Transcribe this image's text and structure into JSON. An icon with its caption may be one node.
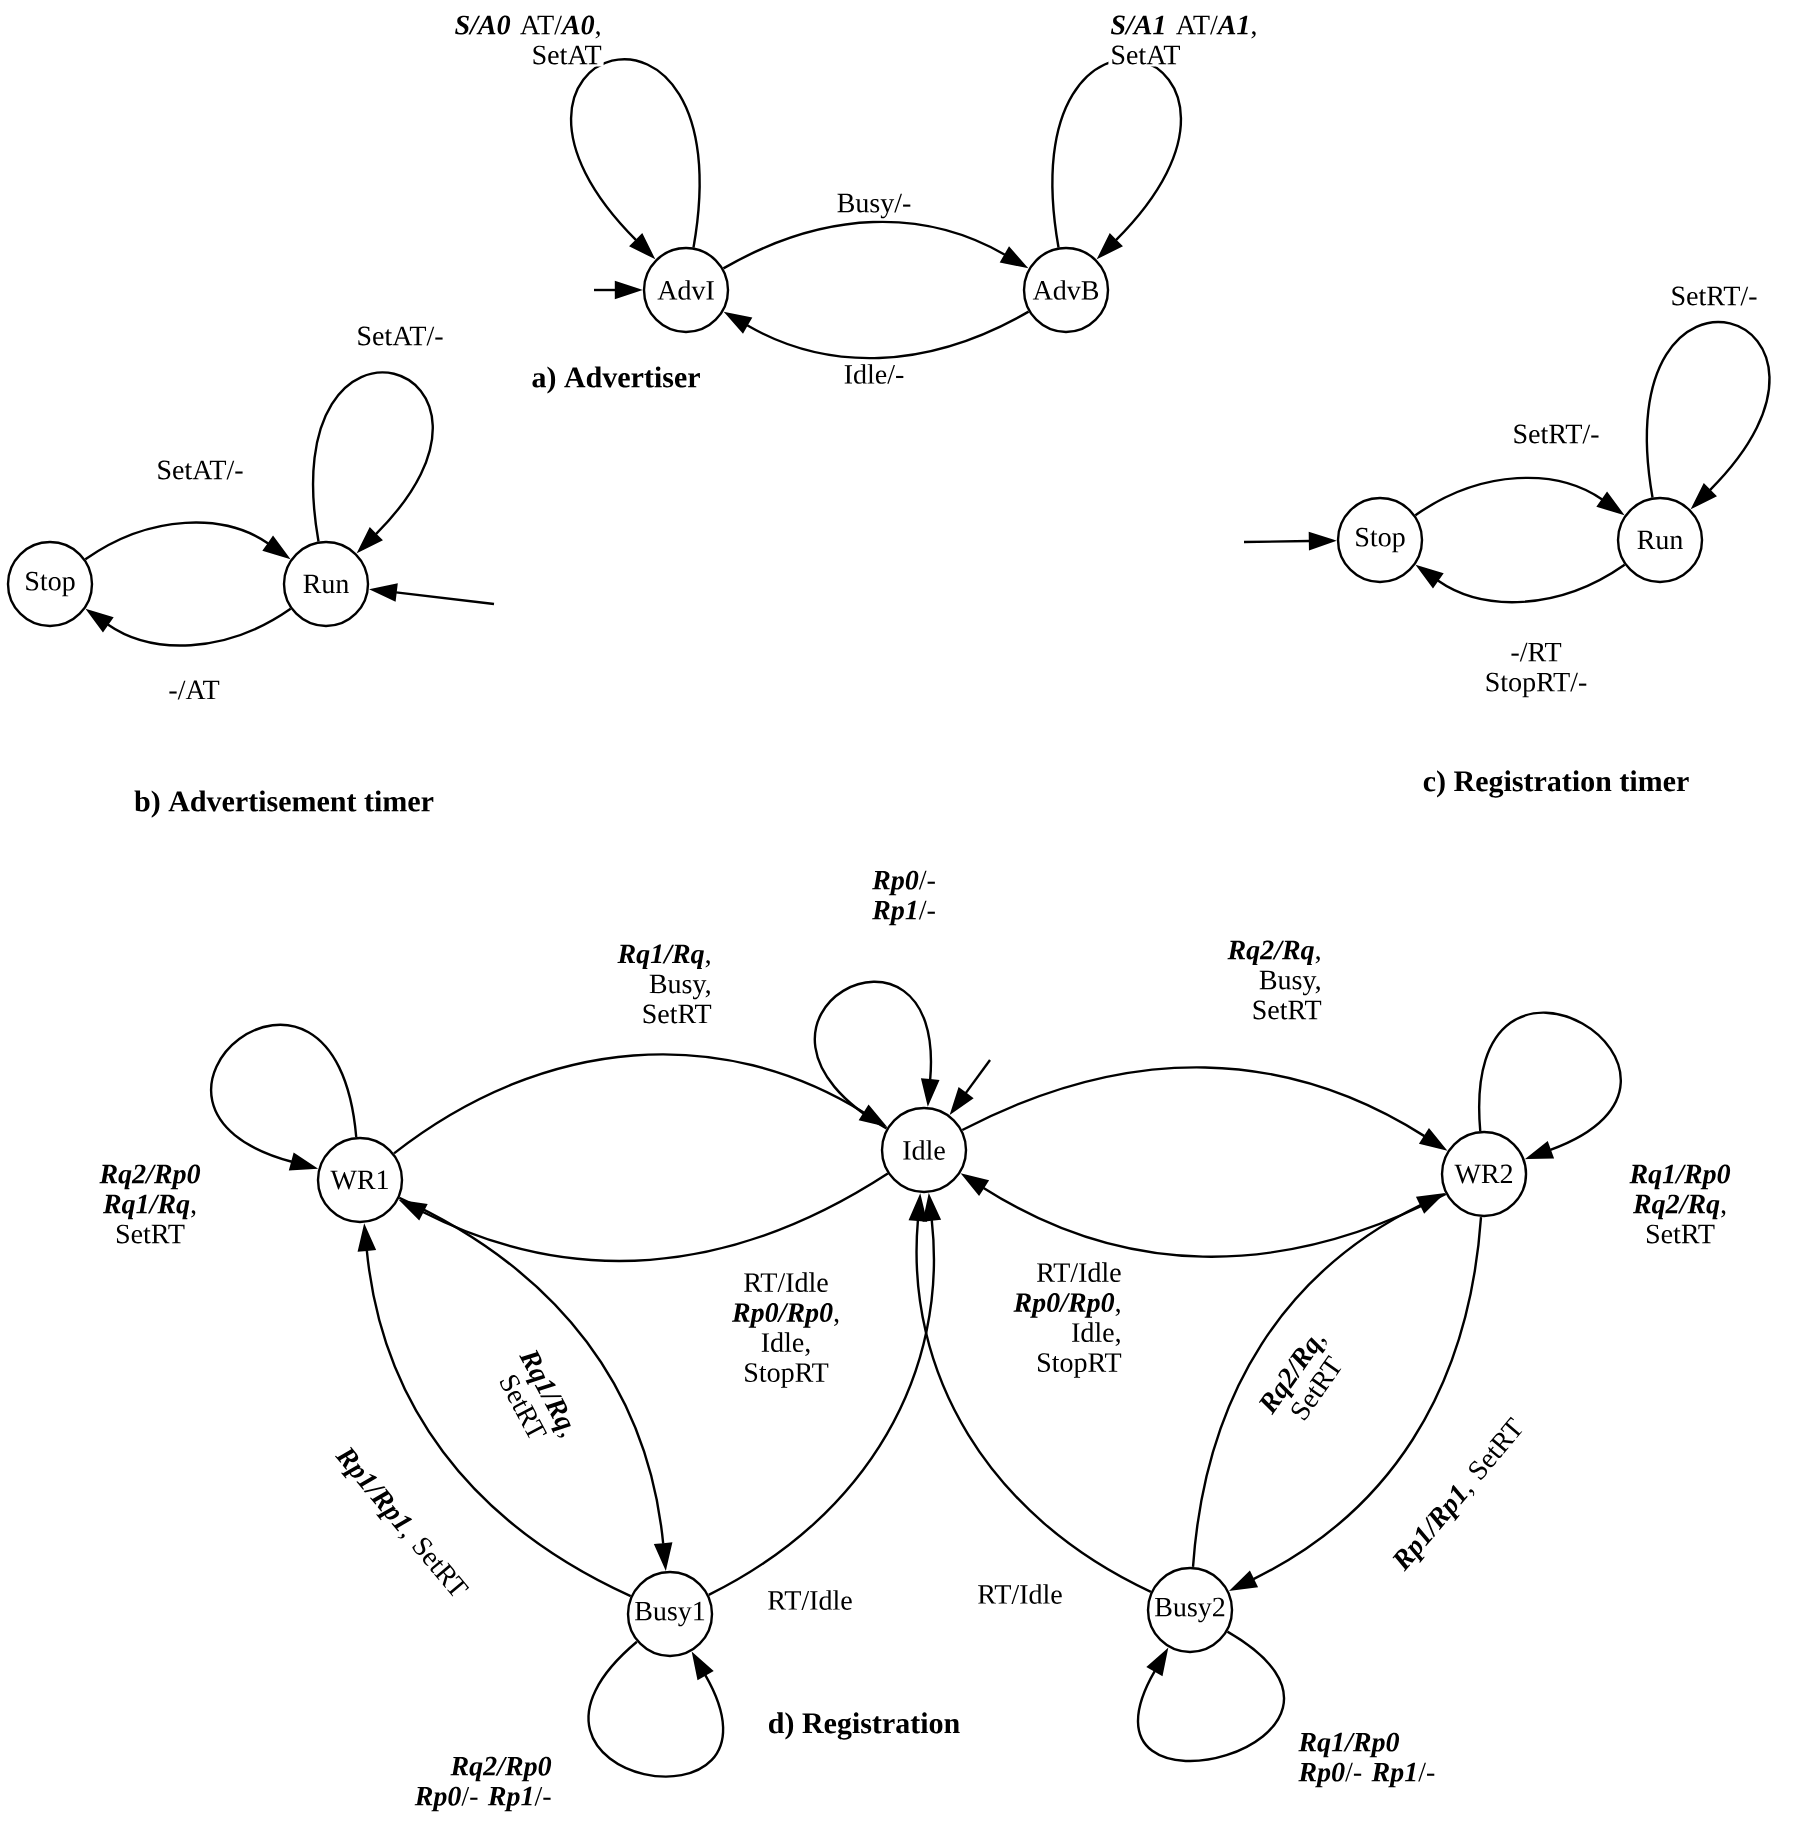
{
  "diagram": {
    "nodes": [
      {
        "text": [
          "AdvI"
        ]
      },
      {
        "text": [
          "AdvB"
        ]
      },
      {
        "text": [
          "Stop"
        ]
      },
      {
        "text": [
          "Run"
        ]
      },
      {
        "text": [
          "Stop"
        ]
      },
      {
        "text": [
          "Run"
        ]
      },
      {
        "text": [
          "WR1"
        ]
      },
      {
        "text": [
          "Idle"
        ]
      },
      {
        "text": [
          "WR2"
        ]
      },
      {
        "text": [
          "Busy1"
        ]
      },
      {
        "text": [
          "Busy2"
        ]
      }
    ],
    "edges": [
      {
        "from": 0,
        "to": 0,
        "arrow": "to",
        "label": "**S/A0** AT/**A0**, SetAT"
      },
      {
        "from": 1,
        "to": 1,
        "arrow": "to",
        "label": "**S/A1** AT/**A1**, SetAT"
      },
      {
        "from": 0,
        "to": 1,
        "arrow": "to",
        "label": "Busy/-"
      },
      {
        "from": 1,
        "to": 0,
        "arrow": "to",
        "label": "Idle/-"
      },
      {
        "from": null,
        "to": 0,
        "arrow": "to"
      },
      {
        "from": 2,
        "to": 3,
        "arrow": "to",
        "label": "SetAT/-"
      },
      {
        "from": 3,
        "to": 2,
        "arrow": "to",
        "label": "-/AT"
      },
      {
        "from": 3,
        "to": 3,
        "arrow": "to",
        "label": "SetAT/-"
      },
      {
        "from": null,
        "to": 3,
        "arrow": "to"
      },
      {
        "from": 4,
        "to": 5,
        "arrow": "to",
        "label": "SetRT/-"
      },
      {
        "from": 5,
        "to": 4,
        "arrow": "to",
        "label": "-/RT StopRT/-"
      },
      {
        "from": 5,
        "to": 5,
        "arrow": "to",
        "label": "SetRT/-"
      },
      {
        "from": null,
        "to": 4,
        "arrow": "to"
      },
      {
        "from": 6,
        "to": 6,
        "arrow": "to",
        "label": "**Rq2/Rp0** **Rq1/Rq**, SetRT"
      },
      {
        "from": 6,
        "to": 7,
        "arrow": "to",
        "label": "**Rq1/Rq**, Busy, SetRT"
      },
      {
        "from": 7,
        "to": 6,
        "arrow": "to",
        "label": "RT/Idle **Rp0/Rp0**, Idle, StopRT"
      },
      {
        "from": 6,
        "to": 9,
        "arrow": "to",
        "label": "**Rq1/Rq**, SetRT"
      },
      {
        "from": 9,
        "to": 6,
        "arrow": "to",
        "label": "**Rp1/Rp1**, SetRT"
      },
      {
        "from": 9,
        "to": 7,
        "arrow": "to",
        "label": "RT/Idle"
      },
      {
        "from": 9,
        "to": 9,
        "arrow": "to",
        "label": "**Rq2/Rp0** **Rp0**/- **Rp1**/-"
      },
      {
        "from": 7,
        "to": 7,
        "arrow": "to",
        "label": "**Rp0**/- **Rp1**/-"
      },
      {
        "from": null,
        "to": 7,
        "arrow": "to"
      },
      {
        "from": 7,
        "to": 8,
        "arrow": "to",
        "label": "**Rq2/Rq**, Busy, SetRT"
      },
      {
        "from": 8,
        "to": 7,
        "arrow": "to",
        "label": "RT/Idle **Rp0/Rp0**, Idle, StopRT"
      },
      {
        "from": 8,
        "to": 8,
        "arrow": "to",
        "label": "**Rq1/Rp0** **Rq2/Rq**, SetRT"
      },
      {
        "from": 10,
        "to": 8,
        "arrow": "to",
        "label": "**Rq2/Rq**, SetRT"
      },
      {
        "from": 8,
        "to": 10,
        "arrow": "to",
        "label": "**Rp1/Rp1**, SetRT"
      },
      {
        "from": 10,
        "to": 7,
        "arrow": "to",
        "label": "RT/Idle"
      },
      {
        "from": 10,
        "to": 10,
        "arrow": "to",
        "label": "**Rq1/Rp0** **Rp0**/- **Rp1**/-"
      }
    ],
    "labels": [
      "a) Advertiser",
      "b) Advertisement timer",
      "c) Registration timer",
      "d) Registration"
    ]
  }
}
